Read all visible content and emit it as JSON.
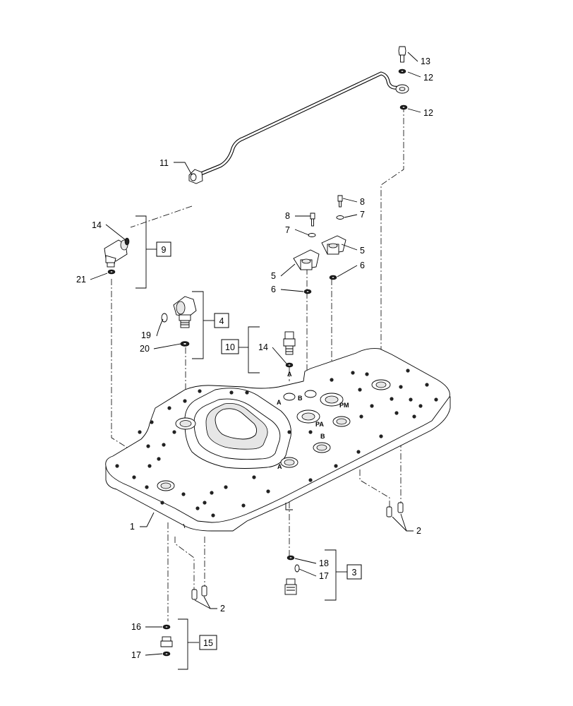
{
  "callouts": {
    "c1": "1",
    "c2a": "2",
    "c2b": "2",
    "c3": "3",
    "c4": "4",
    "c5a": "5",
    "c5b": "5",
    "c6a": "6",
    "c6b": "6",
    "c7a": "7",
    "c7b": "7",
    "c8a": "8",
    "c8b": "8",
    "c9": "9",
    "c10": "10",
    "c11": "11",
    "c12a": "12",
    "c12b": "12",
    "c13": "13",
    "c14a": "14",
    "c14b": "14",
    "c15": "15",
    "c16": "16",
    "c17a": "17",
    "c17b": "17",
    "c18": "18",
    "c19": "19",
    "c20": "20",
    "c21": "21"
  },
  "port_marks": {
    "a1": "A",
    "a2": "A",
    "a3": "A",
    "b1": "B",
    "b2": "B",
    "pa": "PA",
    "pm": "PM"
  }
}
